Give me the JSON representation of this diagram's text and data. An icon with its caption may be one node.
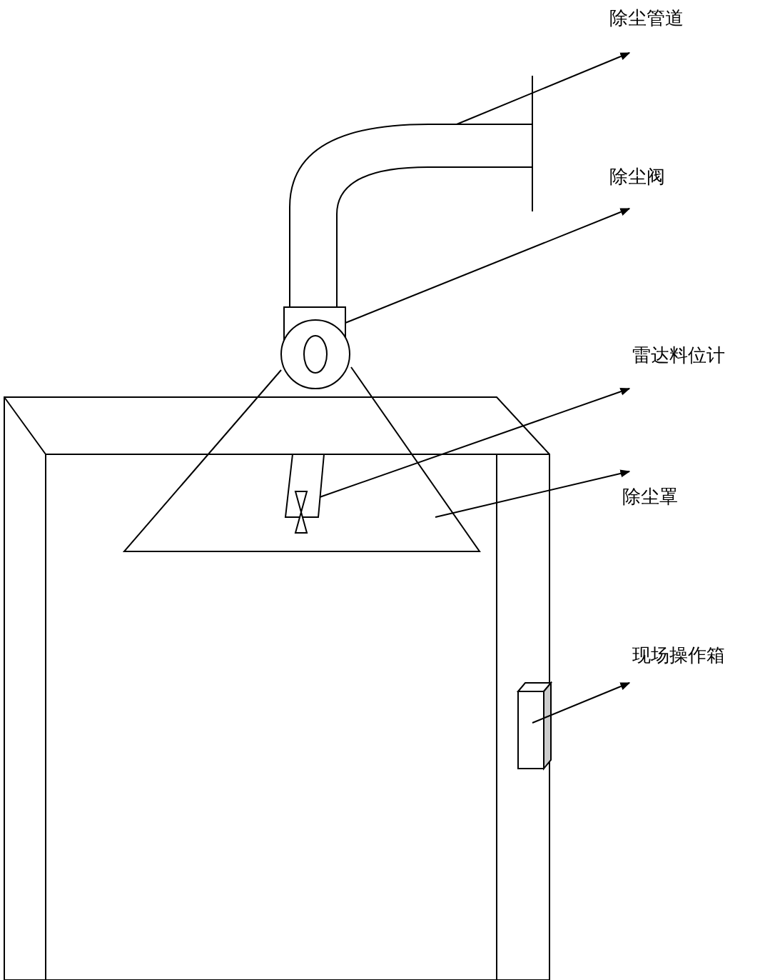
{
  "diagram": {
    "nodes": [
      {
        "text": [
          "除尘管道"
        ]
      },
      {
        "text": [
          "除尘阀"
        ]
      },
      {
        "text": [
          "雷达料位计"
        ]
      },
      {
        "text": [
          "除尘罩"
        ]
      },
      {
        "text": [
          "现场操作箱"
        ]
      },
      {
        "text": [],
        "shape": "pipe"
      },
      {
        "text": [],
        "shape": "valve"
      },
      {
        "text": [],
        "shape": "sensor",
        "in": 8
      },
      {
        "text": [],
        "shape": "triangle"
      },
      {
        "text": [],
        "shape": "box"
      }
    ],
    "edges": [
      {
        "from": 5,
        "to": 0,
        "arrow": "to"
      },
      {
        "from": 6,
        "to": 1,
        "arrow": "to"
      },
      {
        "from": 7,
        "to": 2,
        "arrow": "to"
      },
      {
        "from": 8,
        "to": 3,
        "arrow": "to"
      },
      {
        "from": 9,
        "to": 4,
        "arrow": "to"
      }
    ]
  }
}
